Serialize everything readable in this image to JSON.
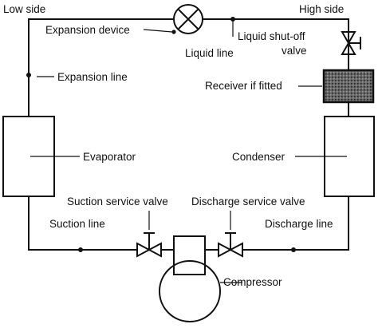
{
  "labels": {
    "low_side": "Low side",
    "high_side": "High side",
    "expansion_device": "Expansion device",
    "liquid_line": "Liquid line",
    "liquid_shutoff_line1": "Liquid shut-off",
    "liquid_shutoff_line2": "valve",
    "expansion_line": "Expansion line",
    "receiver": "Receiver if fitted",
    "evaporator": "Evaporator",
    "condenser": "Condenser",
    "suction_service_valve": "Suction service valve",
    "discharge_service_valve": "Discharge service valve",
    "suction_line": "Suction line",
    "discharge_line": "Discharge line",
    "compressor": "Compressor"
  }
}
